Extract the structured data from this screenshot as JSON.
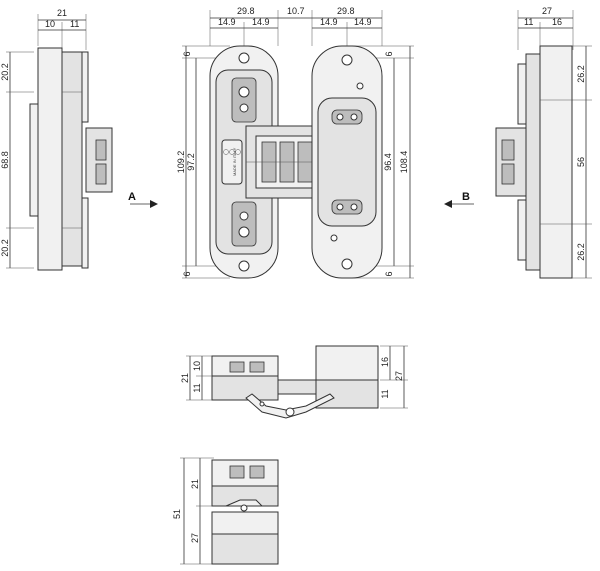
{
  "labels": {
    "view_a": "A",
    "view_b": "B",
    "made_in_italy": "MADE IN ITALY"
  },
  "dims": {
    "left_top_21": "21",
    "left_top_10": "10",
    "left_top_11": "11",
    "left_side_20_2_top": "20.2",
    "left_side_68_8": "68.8",
    "left_side_20_2_bot": "20.2",
    "front_top_29_8_left": "29.8",
    "front_top_10_7": "10.7",
    "front_top_29_8_right": "29.8",
    "front_top_14_9_a": "14.9",
    "front_top_14_9_b": "14.9",
    "front_top_14_9_c": "14.9",
    "front_top_14_9_d": "14.9",
    "front_left_6_top": "6",
    "front_left_109_2": "109.2",
    "front_left_97_2": "97.2",
    "front_left_6_bot": "6",
    "front_right_6_top": "6",
    "front_right_96_4": "96.4",
    "front_right_108_4": "108.4",
    "front_right_6_bot": "6",
    "right_top_27": "27",
    "right_top_11": "11",
    "right_top_16": "16",
    "right_side_26_2_top": "26.2",
    "right_side_56": "56",
    "right_side_26_2_bot": "26.2",
    "mid_left_21": "21",
    "mid_left_10": "10",
    "mid_left_11": "11",
    "mid_right_16": "16",
    "mid_right_27": "27",
    "mid_right_11": "11",
    "bot_51": "51",
    "bot_21": "21",
    "bot_27": "27"
  }
}
